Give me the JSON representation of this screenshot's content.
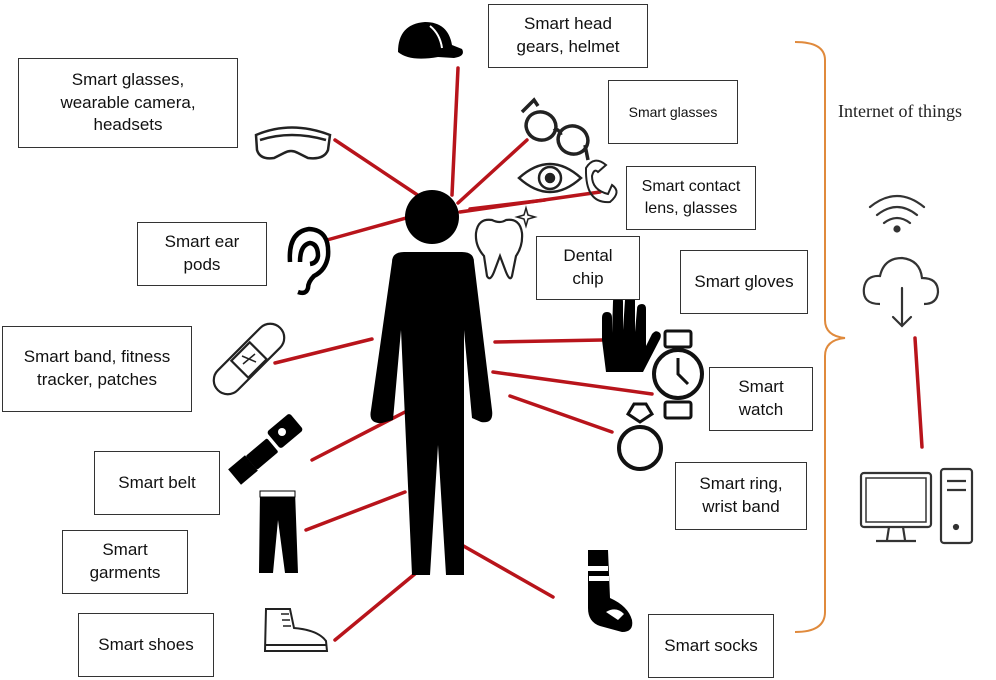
{
  "labels": {
    "head_gear": "Smart head\ngears, helmet",
    "glasses_camera": "Smart glasses,\nwearable camera,\nheadsets",
    "smart_glasses": "Smart glasses",
    "contact_lens": "Smart contact\nlens, glasses",
    "ear_pods": "Smart ear\npods",
    "dental_chip": "Dental\nchip",
    "gloves": "Smart gloves",
    "band_fitness": "Smart band, fitness\ntracker, patches",
    "watch": "Smart\nwatch",
    "belt": "Smart belt",
    "ring": "Smart ring,\nwrist band",
    "garments": "Smart\ngarments",
    "shoes": "Smart shoes",
    "socks": "Smart socks"
  },
  "iot": {
    "title": "Internet of things"
  },
  "colors": {
    "connector": "#b8141b",
    "brace": "#e08a3c",
    "figure": "#000000"
  },
  "icons": [
    "cap-icon",
    "goggles-icon",
    "glasses-icon",
    "eye-icon",
    "ear-icon",
    "tooth-icon",
    "glove-icon",
    "bandage-icon",
    "watch-icon",
    "seatbelt-icon",
    "ring-icon",
    "pants-icon",
    "sock-icon",
    "boot-icon",
    "wifi-icon",
    "cloud-download-icon",
    "desktop-computer-icon"
  ]
}
